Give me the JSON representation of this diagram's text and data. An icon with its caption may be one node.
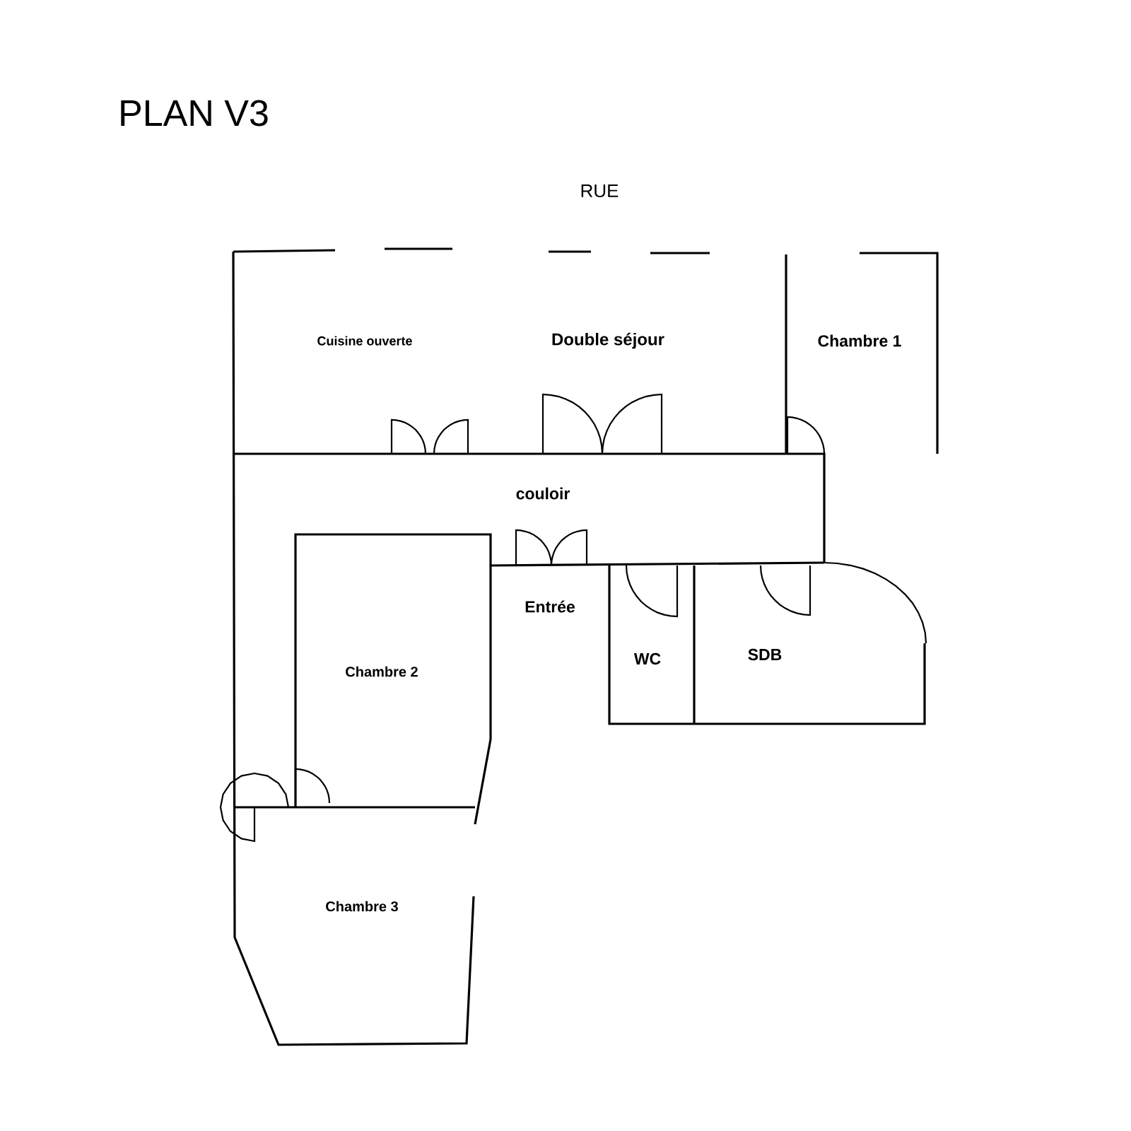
{
  "diagram": {
    "title": "PLAN V3",
    "labels": [
      "RUE",
      "Cuisine ouverte",
      "Double séjour",
      "Chambre 1",
      "couloir",
      "Entrée",
      "WC",
      "SDB",
      "Chambre 2",
      "Chambre 3"
    ]
  }
}
